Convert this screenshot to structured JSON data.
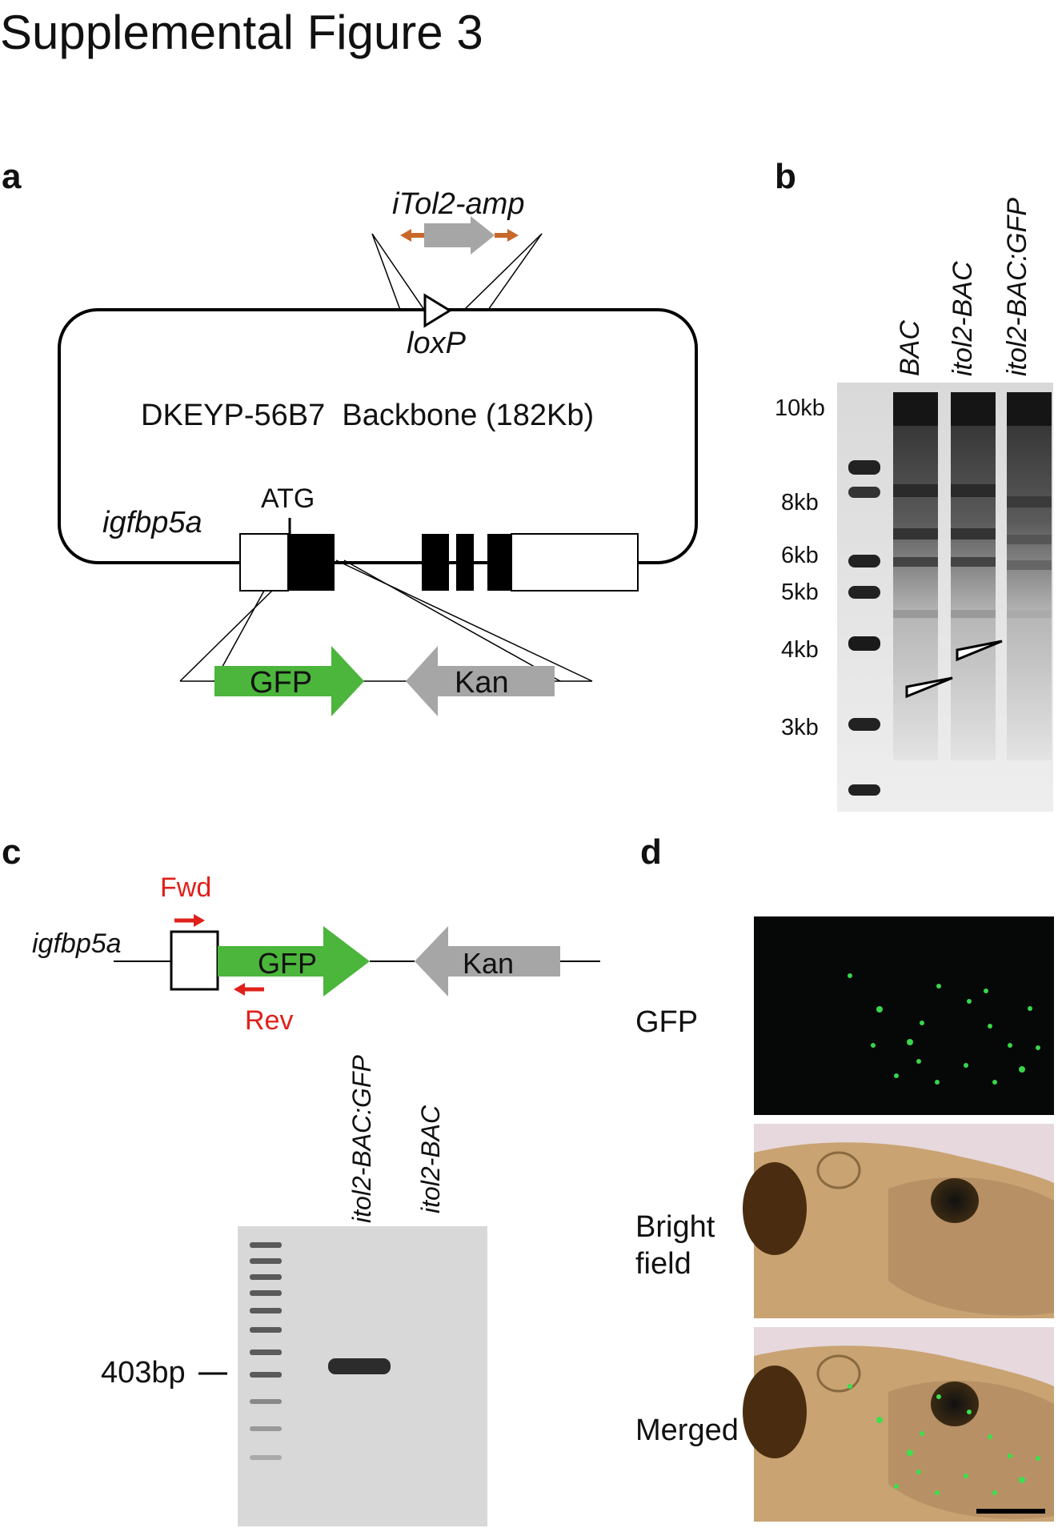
{
  "figure": {
    "title": "Supplemental Figure 3"
  },
  "panel_a": {
    "letter": "a",
    "cassette_label": "iTol2-amp",
    "site_label": "loxP",
    "backbone_label": "DKEYP-56B7  Backbone (182Kb)",
    "gene_label": "igfbp5a",
    "start_codon": "ATG",
    "insert_gfp": "GFP",
    "insert_kan": "Kan"
  },
  "panel_b": {
    "letter": "b",
    "lanes": [
      "BAC",
      "itol2-BAC",
      "itol2-BAC:GFP"
    ],
    "markers": [
      "10kb",
      "8kb",
      "6kb",
      "5kb",
      "4kb",
      "3kb"
    ]
  },
  "panel_c": {
    "letter": "c",
    "gene_label": "igfbp5a",
    "primer_fwd": "Fwd",
    "primer_rev": "Rev",
    "insert_gfp": "GFP",
    "insert_kan": "Kan",
    "lanes": [
      "itol2-BAC:GFP",
      "itol2-BAC"
    ],
    "band_marker": "403bp"
  },
  "panel_d": {
    "letter": "d",
    "image_labels": [
      "GFP",
      "Bright field",
      "Merged"
    ]
  },
  "colors": {
    "gfp_green": "#4cb53c",
    "kan_gray": "#a6a6a6",
    "primer_red": "#e0201a",
    "arm_orange": "#c8672a"
  }
}
